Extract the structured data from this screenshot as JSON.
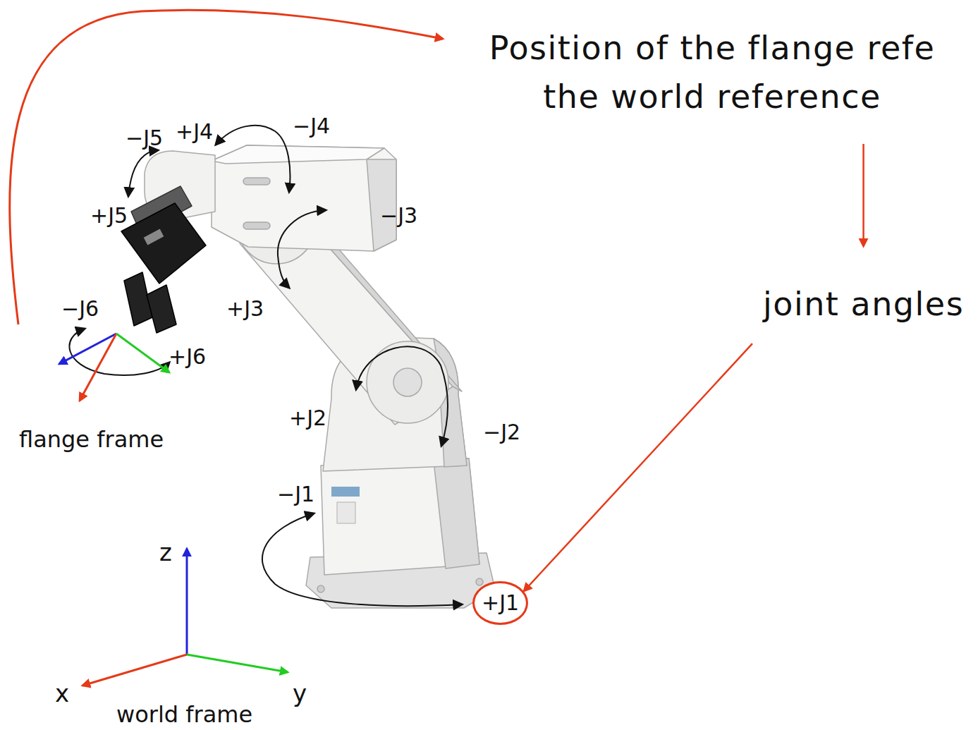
{
  "diagram": {
    "nodes": [
      {
        "text": [
          "Position of the flange refe the world reference"
        ]
      },
      {
        "text": [
          "joint angles"
        ]
      },
      {
        "text": [
          "+J1"
        ]
      }
    ],
    "edges": [
      {
        "from": 0,
        "to": 1,
        "arrow": "to"
      },
      {
        "from": 1,
        "to": 2,
        "arrow": "to"
      }
    ],
    "labels": [
      "−J5",
      "+J4",
      "−J4",
      "+J5",
      "−J3",
      "+J3",
      "−J6",
      "+J6",
      "+J2",
      "−J2",
      "−J1",
      "flange frame",
      "z",
      "x",
      "y",
      "world frame"
    ]
  }
}
